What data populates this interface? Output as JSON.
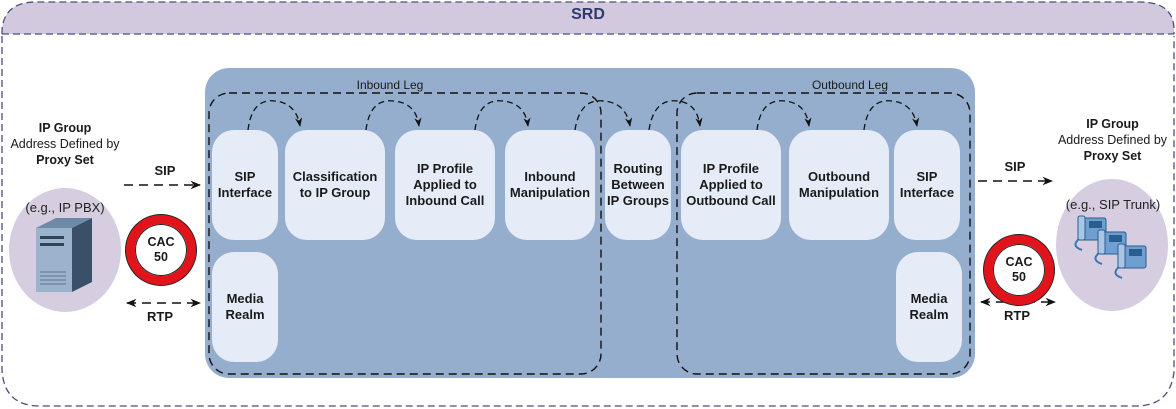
{
  "title": "SRD",
  "colors": {
    "srd_header_fill": "#d3c9df",
    "srd_border": "#4a4f7e",
    "panel_fill": "#95aecd",
    "box_fill": "#e6ecf7",
    "endpoint_fill": "#d6cde0",
    "cac_ring": "#e2141b"
  },
  "legs": {
    "inbound": {
      "label": "Inbound Leg"
    },
    "outbound": {
      "label": "Outbound Leg"
    }
  },
  "stages": [
    {
      "id": "sip-interface-in",
      "label": "SIP\nInterface"
    },
    {
      "id": "classification",
      "label": "Classification\nto IP Group"
    },
    {
      "id": "ip-profile-in",
      "label": "IP Profile\nApplied to\nInbound Call"
    },
    {
      "id": "inbound-manipulation",
      "label": "Inbound\nManipulation"
    },
    {
      "id": "routing",
      "label": "Routing\nBetween\nIP Groups"
    },
    {
      "id": "ip-profile-out",
      "label": "IP Profile\nApplied to\nOutbound Call"
    },
    {
      "id": "outbound-manipulation",
      "label": "Outbound\nManipulation"
    },
    {
      "id": "sip-interface-out",
      "label": "SIP\nInterface"
    }
  ],
  "media_realms": {
    "inbound": {
      "label": "Media\nRealm"
    },
    "outbound": {
      "label": "Media\nRealm"
    }
  },
  "endpoints": {
    "left": {
      "title": "IP Group",
      "subtitle": "Address Defined by",
      "emphasis": "Proxy Set",
      "example": "(e.g., IP PBX)",
      "icon": "server-icon"
    },
    "right": {
      "title": "IP Group",
      "subtitle": "Address Defined by",
      "emphasis": "Proxy Set",
      "example": "(e.g., SIP Trunk)",
      "icon": "ip-phones-icon"
    }
  },
  "protocols": {
    "sip_left": "SIP",
    "rtp_left": "RTP",
    "sip_right": "SIP",
    "rtp_right": "RTP"
  },
  "cac": {
    "left": {
      "label": "CAC",
      "value": "50"
    },
    "right": {
      "label": "CAC",
      "value": "50"
    }
  }
}
